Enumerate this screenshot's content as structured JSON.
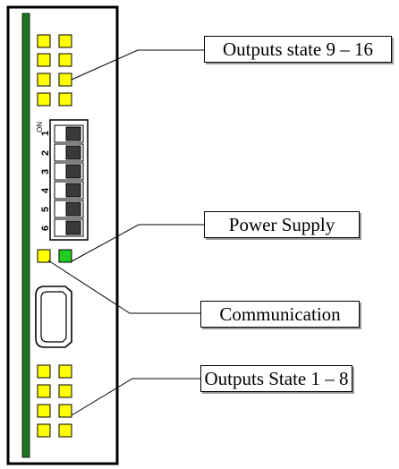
{
  "callouts": {
    "outputs_9_16": "Outputs state 9 – 16",
    "power_supply": "Power Supply",
    "communication": "Communication",
    "outputs_1_8": "Outputs State 1 – 8"
  },
  "dip_switch": {
    "on_label": "ON",
    "positions": [
      "1",
      "2",
      "3",
      "4",
      "5",
      "6"
    ]
  },
  "colors": {
    "module_border": "#000000",
    "green_strip": "#1f7a1f",
    "led_yellow": "#ffff00",
    "led_green": "#22cc22",
    "dip_dark": "#3a3a3a"
  }
}
